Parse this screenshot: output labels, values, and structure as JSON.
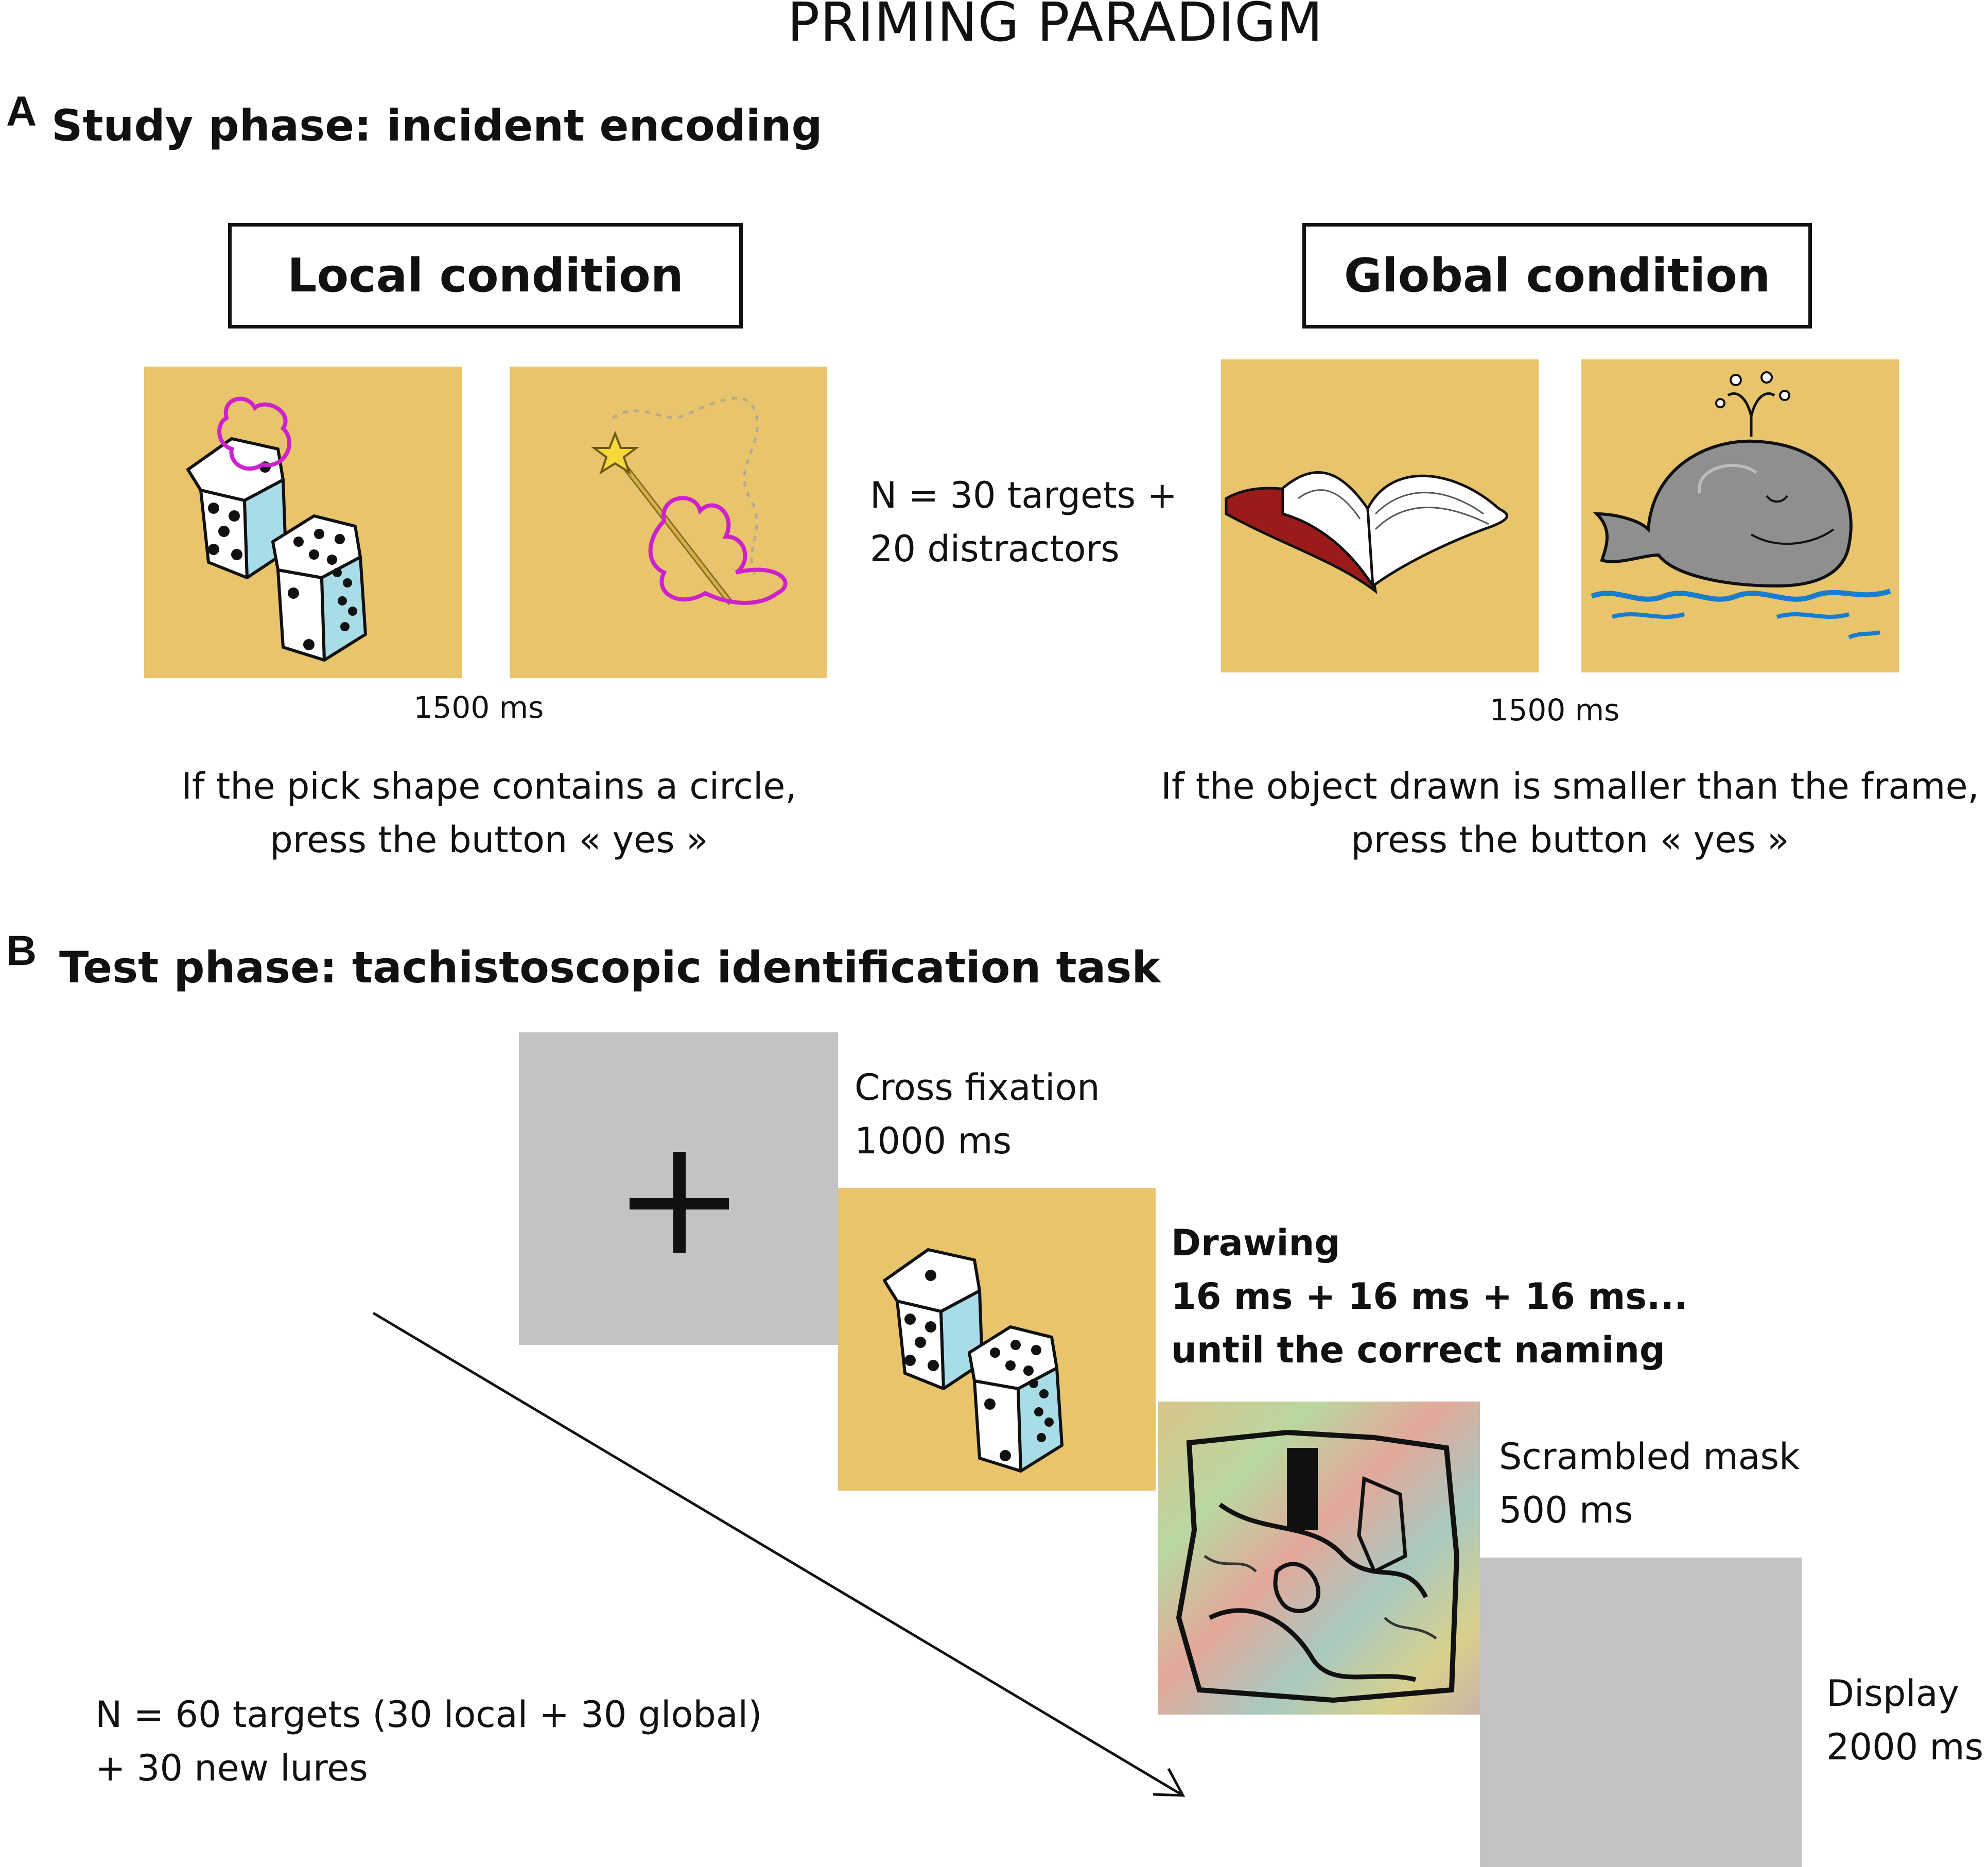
{
  "title": "PRIMING PARADIGM",
  "panel_a": {
    "letter": "A",
    "heading": "Study phase: incident encoding",
    "local": {
      "box_label": "Local condition",
      "duration": "1500 ms",
      "instruction_line1": "If the pick shape contains a circle,",
      "instruction_line2": "press the button « yes »"
    },
    "global": {
      "box_label": "Global condition",
      "duration": "1500 ms",
      "instruction_line1": "If the object drawn is smaller than the frame,",
      "instruction_line2": "press the button « yes »"
    },
    "count_line1": "N = 30 targets +",
    "count_line2": "20 distractors"
  },
  "panel_b": {
    "letter": "B",
    "heading": "Test phase: tachistoscopic identification task",
    "fixation": {
      "line1": "Cross fixation",
      "line2": "1000 ms"
    },
    "drawing": {
      "line1": "Drawing",
      "line2": "16 ms + 16 ms + 16 ms...",
      "line3": "until the correct naming"
    },
    "mask": {
      "line1": "Scrambled mask",
      "line2": "500 ms"
    },
    "display": {
      "line1": "Display",
      "line2": "2000 ms"
    },
    "count_line1": "N = 60 targets (30 local + 30 global)",
    "count_line2": "+ 30 new lures"
  },
  "colors": {
    "tile_gold": "#e8c46c",
    "tile_grey": "#c3c3c3",
    "outline_magenta": "#cc22cc",
    "die_blue": "#a8dde8"
  }
}
